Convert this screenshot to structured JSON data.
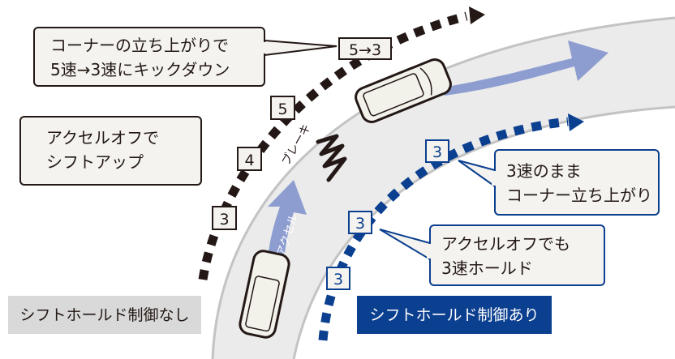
{
  "callouts": {
    "kickdown": [
      "コーナーの立ち上がりで",
      "5速→3速にキックダウン"
    ],
    "shiftup": [
      "アクセルオフで",
      "シフトアップ"
    ],
    "hold_corner": [
      "3速のまま",
      "コーナー立ち上がり"
    ],
    "hold_off": [
      "アクセルオフでも",
      "3速ホールド"
    ]
  },
  "gears_without": [
    "5→3",
    "5",
    "4",
    "3"
  ],
  "gears_with": [
    "3",
    "3",
    "3"
  ],
  "road_labels": {
    "accel": "アクセル",
    "brake": "ブレーキ"
  },
  "legend": {
    "without": "シフトホールド制御なし",
    "with": "シフトホールド制御あり"
  },
  "colors": {
    "blue": "#0b3f8f",
    "arrow": "#8d9dd0",
    "road": "#ebebeb",
    "black": "#231815"
  }
}
